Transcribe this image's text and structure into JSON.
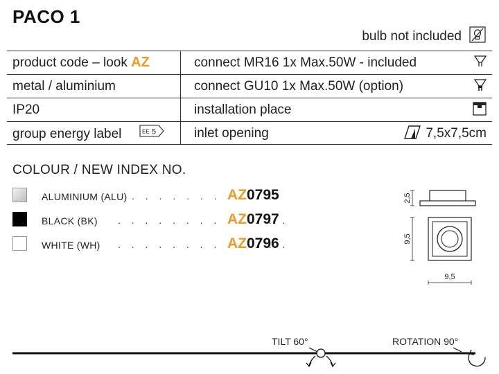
{
  "title": "PACO 1",
  "bulb_note": "bulb not included",
  "specs": {
    "code_label": "product code – look",
    "code_brand": "AZ",
    "material": "metal / aluminium",
    "ip": "IP20",
    "energy_label": "group energy label",
    "energy_class": "5",
    "energy_prefix": "EE",
    "mr16": "connect MR16 1x Max.50W - included",
    "gu10": "connect GU10 1x Max.50W (option)",
    "installation": "installation place",
    "inlet": "inlet opening",
    "inlet_value": "7,5x7,5cm"
  },
  "colour_heading": "COLOUR / NEW INDEX NO.",
  "colours": [
    {
      "name": "ALUMINIUM (ALU)",
      "dots": ". . . . . . . . . . .",
      "prefix": "AZ",
      "number": "0795",
      "swatch": "#d9d9d9"
    },
    {
      "name": "BLACK (BK)",
      "dots": ". . . . . . . . . . . . .",
      "prefix": "AZ",
      "number": "0797",
      "swatch": "#000000"
    },
    {
      "name": "WHITE (WH)",
      "dots": ". . . . . . . . . . . . .",
      "prefix": "AZ",
      "number": "0796",
      "swatch": "#ffffff"
    }
  ],
  "dimensions": {
    "height": "2,5",
    "side": "9,5",
    "width": "9,5"
  },
  "features": {
    "tilt": "TILT 60°",
    "rotation": "ROTATION 90°"
  },
  "colors": {
    "accent": "#f09a25",
    "text": "#1a1a1a"
  }
}
